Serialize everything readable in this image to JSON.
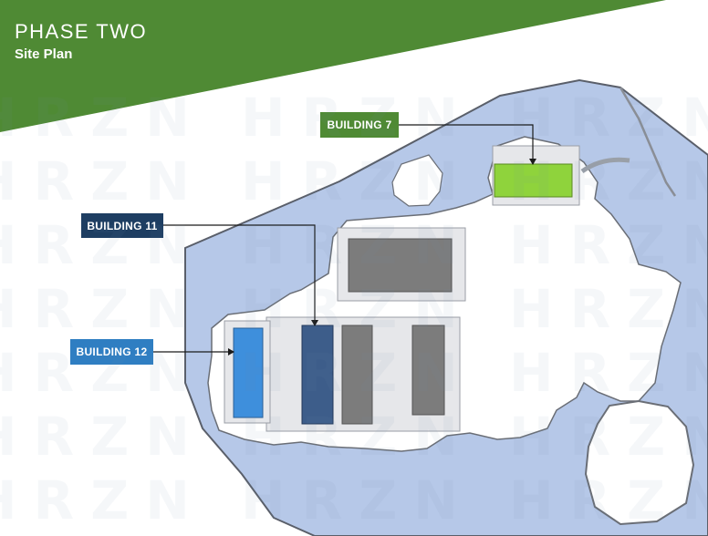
{
  "header": {
    "title": "PHASE TWO",
    "subtitle": "Site Plan"
  },
  "labels": {
    "building_7": "BUILDING 7",
    "building_11": "BUILDING 11",
    "building_12": "BUILDING 12"
  },
  "colors": {
    "header_green": "#4f8a34",
    "building_7_tag": "#4f8a34",
    "building_11_tag": "#1e3e62",
    "building_12_tag": "#2f7ec2",
    "water_blue": "#b6c8e8",
    "building_7_fill": "#8fd33c",
    "building_11_fill": "#3d5d8a",
    "building_12_fill": "#3e8fdc",
    "existing_building": "#7c7c7c"
  },
  "watermark_text": "HRZN"
}
